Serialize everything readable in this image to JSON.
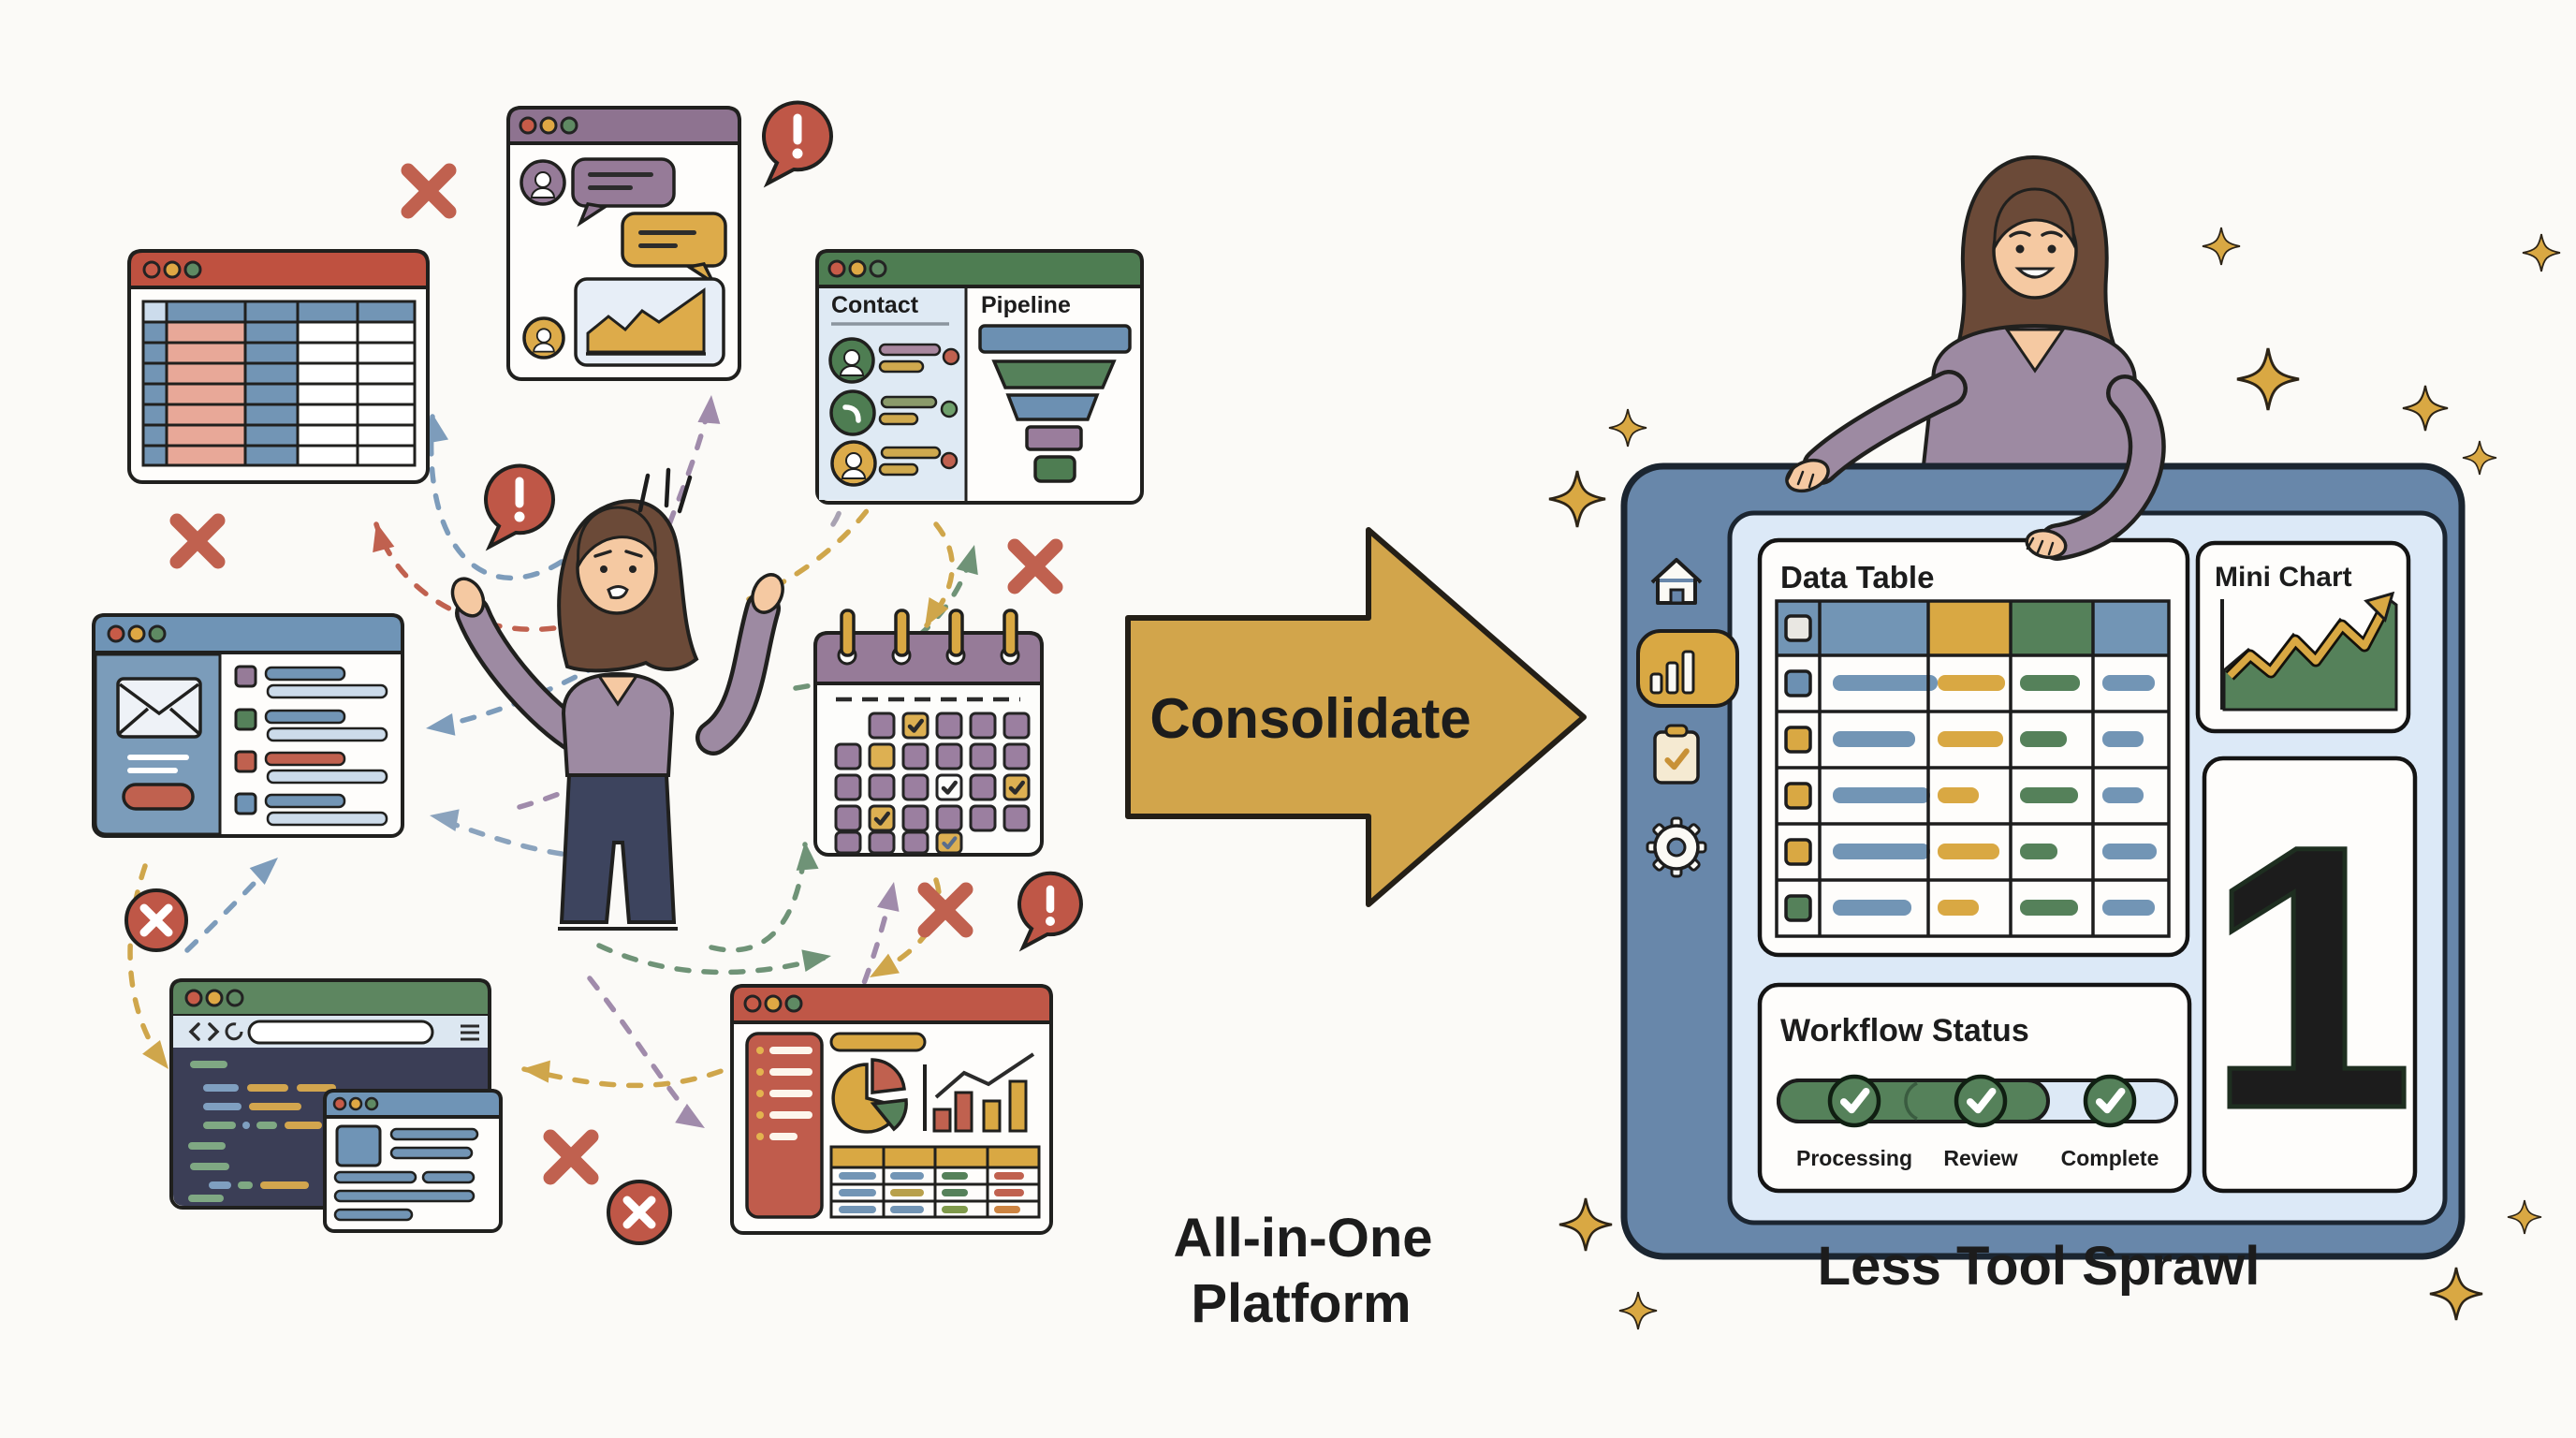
{
  "illustration": {
    "left_caption": [
      "All-in-One",
      "Platform"
    ],
    "right_caption": "Less Tool Sprawl",
    "arrow_label": "Consolidate",
    "crm_window": {
      "contact_label": "Contact",
      "pipeline_label": "Pipeline"
    },
    "dashboard": {
      "sidebar_icons": [
        "home-icon",
        "bar-chart-icon",
        "tasks-icon",
        "gear-icon"
      ],
      "data_table": {
        "title": "Data Table",
        "rows": 5,
        "data_columns": 4
      },
      "mini_chart": {
        "title": "Mini Chart"
      },
      "big_number": "1",
      "workflow": {
        "title": "Workflow Status",
        "steps": [
          "Processing",
          "Review",
          "Complete"
        ],
        "completed_steps": 2
      }
    },
    "colors": {
      "gold": "#d2a54b",
      "green": "#55815a",
      "blue": "#7295b5",
      "red": "#c0614f",
      "purple": "#967b98",
      "frame_blue": "#6887aa",
      "screen_blue": "#dce9f7"
    }
  }
}
